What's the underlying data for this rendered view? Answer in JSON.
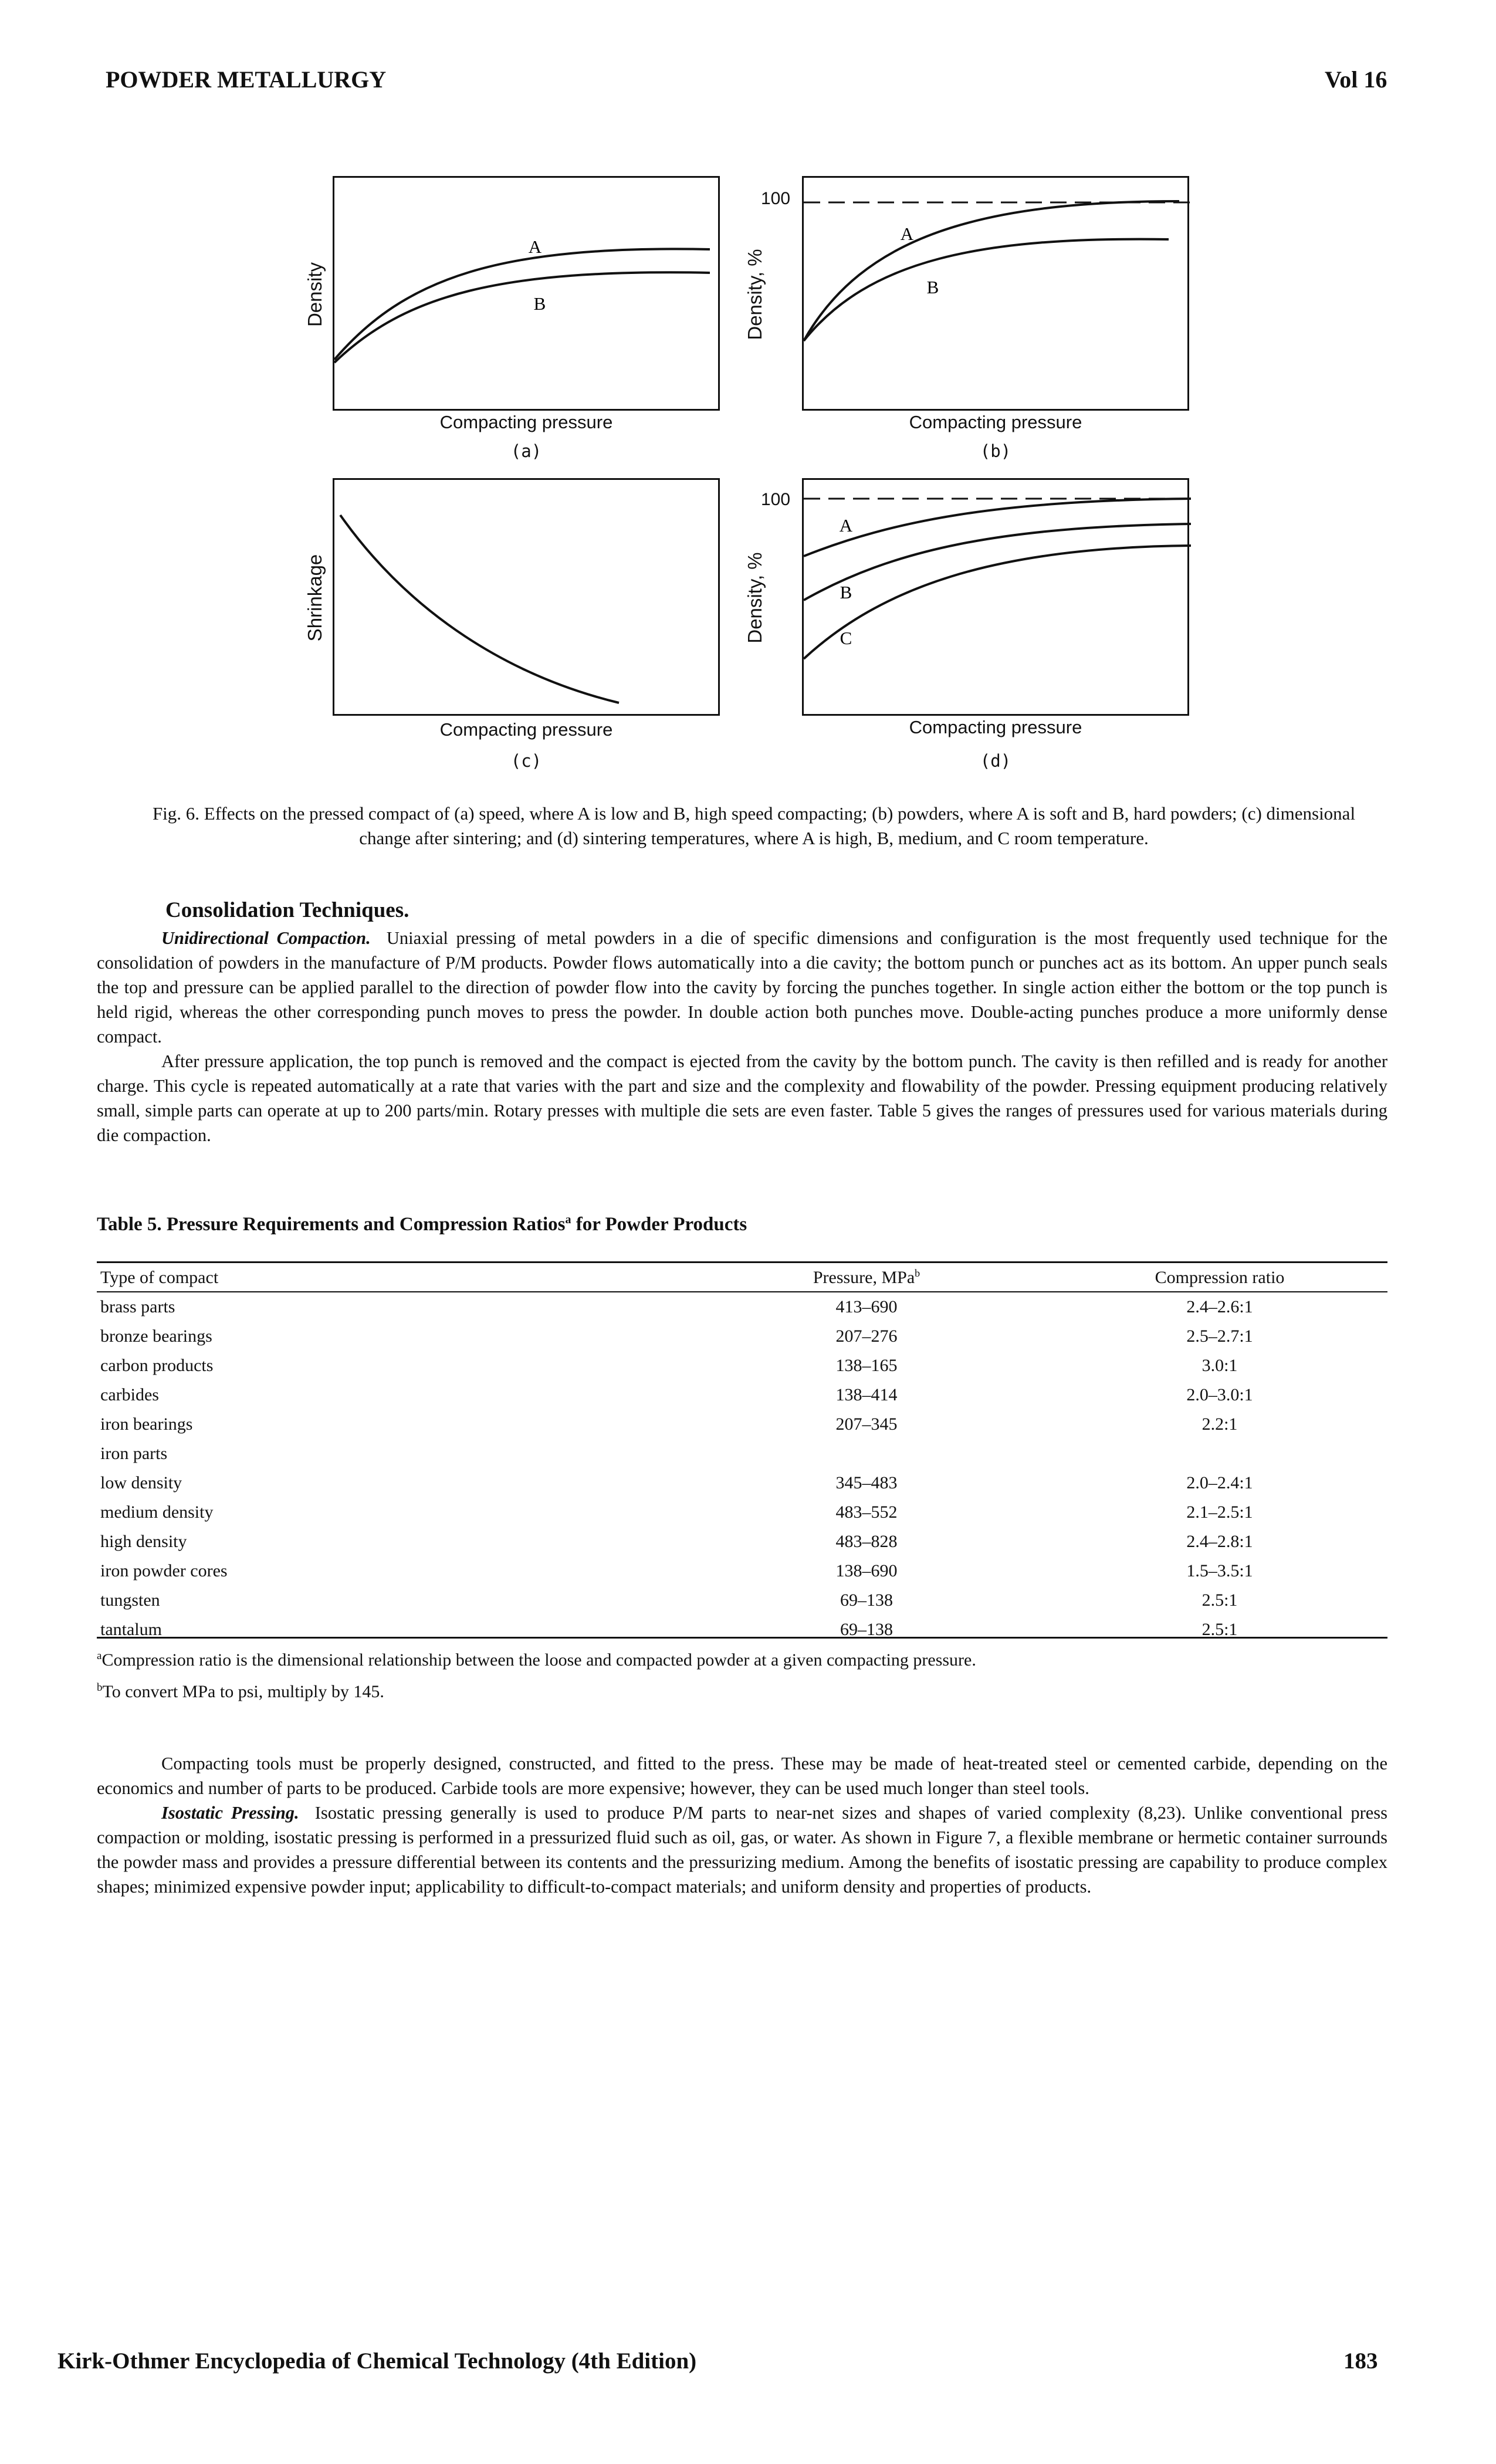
{
  "header": {
    "left": "POWDER METALLURGY",
    "right": "Vol 16"
  },
  "figure": {
    "panels": {
      "a": {
        "ylabel": "Density",
        "xlabel": "Compacting pressure",
        "tag": "(a)",
        "curves": [
          "A",
          "B"
        ]
      },
      "b": {
        "ylabel": "Density, %",
        "xlabel": "Compacting pressure",
        "tag": "(b)",
        "tick": "100",
        "curves": [
          "A",
          "B"
        ]
      },
      "c": {
        "ylabel": "Shrinkage",
        "xlabel": "Compacting pressure",
        "tag": "(c)"
      },
      "d": {
        "ylabel": "Density, %",
        "xlabel": "Compacting pressure",
        "tag": "(d)",
        "tick": "100",
        "curves": [
          "A",
          "B",
          "C"
        ]
      }
    },
    "caption": "Fig. 6. Effects on the pressed compact of (a) speed, where A is low and B, high speed compacting; (b) powders, where A is soft and B, hard powders; (c) dimensional change after sintering; and (d) sintering temperatures, where A is high, B, medium, and C room temperature."
  },
  "section": {
    "title": "Consolidation Techniques.",
    "uni_runin": "Unidirectional Compaction.",
    "uni_p1": "Uniaxial pressing of metal powders in a die of specific dimensions and configuration is the most frequently used technique for the consolidation of powders in the manufacture of P/M products. Powder flows automatically into a die cavity; the bottom punch or punches act as its bottom. An upper punch seals the top and pressure can be applied parallel to the direction of powder flow into the cavity by forcing the punches together. In single action either the bottom or the top punch is held rigid, whereas the other corresponding punch moves to press the powder. In double action both punches move. Double-acting punches produce a more uniformly dense compact.",
    "uni_p2": "After pressure application, the top punch is removed and the compact is ejected from the cavity by the bottom punch. The cavity is then refilled and is ready for another charge. This cycle is repeated automatically at a rate that varies with the part and size and the complexity and flowability of the powder. Pressing equipment producing relatively small, simple parts can operate at up to 200 parts/min. Rotary presses with multiple die sets are even faster. Table 5 gives the ranges of pressures used for various materials during die compaction."
  },
  "table": {
    "title_main": "Table 5. Pressure Requirements and Compression Ratios",
    "title_sup": "a",
    "title_end": " for Powder Products",
    "headers": {
      "type": "Type of compact",
      "pressure": "Pressure, MPa",
      "pressure_sup": "b",
      "ratio": "Compression ratio"
    },
    "rows": [
      {
        "type": "brass parts",
        "pressure": "413–690",
        "ratio": "2.4–2.6:1"
      },
      {
        "type": "bronze bearings",
        "pressure": "207–276",
        "ratio": "2.5–2.7:1"
      },
      {
        "type": "carbon products",
        "pressure": "138–165",
        "ratio": "3.0:1"
      },
      {
        "type": "carbides",
        "pressure": "138–414",
        "ratio": "2.0–3.0:1"
      },
      {
        "type": "iron bearings",
        "pressure": "207–345",
        "ratio": "2.2:1"
      },
      {
        "type": "iron parts",
        "pressure": "",
        "ratio": ""
      },
      {
        "type": "low density",
        "pressure": "345–483",
        "ratio": "2.0–2.4:1"
      },
      {
        "type": "medium density",
        "pressure": "483–552",
        "ratio": "2.1–2.5:1"
      },
      {
        "type": "high density",
        "pressure": "483–828",
        "ratio": "2.4–2.8:1"
      },
      {
        "type": "iron powder cores",
        "pressure": "138–690",
        "ratio": "1.5–3.5:1"
      },
      {
        "type": "tungsten",
        "pressure": "69–138",
        "ratio": "2.5:1"
      },
      {
        "type": "tantalum",
        "pressure": "69–138",
        "ratio": "2.5:1"
      }
    ],
    "foot_a_mark": "a",
    "foot_a": "Compression ratio is the dimensional relationship between the loose and compacted powder at a given compacting pressure.",
    "foot_b_mark": "b",
    "foot_b": "To convert MPa to psi, multiply by 145."
  },
  "tools_p": "Compacting tools must be properly designed, constructed, and fitted to the press. These may be made of heat-treated steel or cemented carbide, depending on the economics and number of parts to be produced. Carbide tools are more expensive; however, they can be used much longer than steel tools.",
  "iso_runin": "Isostatic Pressing.",
  "iso_p": "Isostatic pressing generally is used to produce P/M parts to near-net sizes and shapes of varied complexity (8,23). Unlike conventional press compaction or molding, isostatic pressing is performed in a pressurized fluid such as oil, gas, or water. As shown in Figure 7, a flexible membrane or hermetic container surrounds the powder mass and provides a pressure differential between its contents and the pressurizing medium. Among the benefits of isostatic pressing are capability to produce complex shapes; minimized expensive powder input; applicability to difficult-to-compact materials; and uniform density and properties of products.",
  "footer": {
    "left": "Kirk-Othmer Encyclopedia of Chemical Technology (4th Edition)",
    "right": "183"
  }
}
